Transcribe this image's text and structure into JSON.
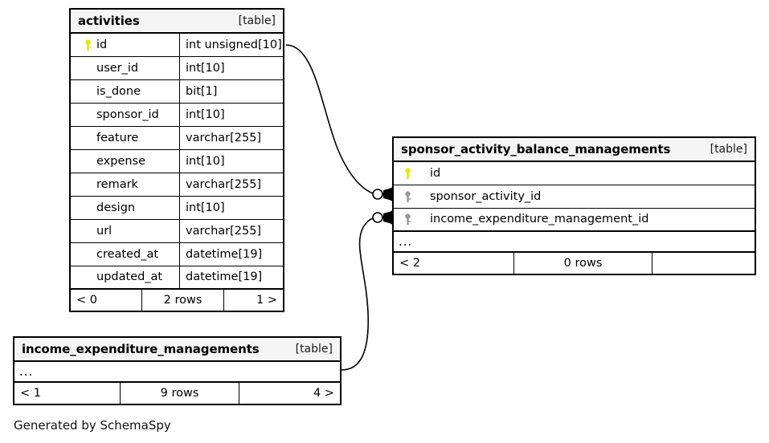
{
  "diagram": {
    "tool": "SchemaSpy",
    "footer_text": "Generated by SchemaSpy",
    "table_tag": "[table]",
    "ellipsis": "...",
    "colors": {
      "primary_key_icon": "#e8e800",
      "foreign_key_icon": "#9a9a9a",
      "header_background": "#f5f5f5",
      "border": "#000000",
      "background": "#ffffff"
    }
  },
  "tables": [
    {
      "name": "activities",
      "tag": "[table]",
      "columns": [
        {
          "key": "primary",
          "name": "id",
          "type": "int unsigned[10]"
        },
        {
          "key": "none",
          "name": "user_id",
          "type": "int[10]"
        },
        {
          "key": "none",
          "name": "is_done",
          "type": "bit[1]"
        },
        {
          "key": "none",
          "name": "sponsor_id",
          "type": "int[10]"
        },
        {
          "key": "none",
          "name": "feature",
          "type": "varchar[255]"
        },
        {
          "key": "none",
          "name": "expense",
          "type": "int[10]"
        },
        {
          "key": "none",
          "name": "remark",
          "type": "varchar[255]"
        },
        {
          "key": "none",
          "name": "design",
          "type": "int[10]"
        },
        {
          "key": "none",
          "name": "url",
          "type": "varchar[255]"
        },
        {
          "key": "none",
          "name": "created_at",
          "type": "datetime[19]"
        },
        {
          "key": "none",
          "name": "updated_at",
          "type": "datetime[19]"
        }
      ],
      "footer": {
        "left": "< 0",
        "middle": "2 rows",
        "right": "1 >"
      }
    },
    {
      "name": "sponsor_activity_balance_managements",
      "tag": "[table]",
      "columns": [
        {
          "key": "primary",
          "name": "id",
          "type": ""
        },
        {
          "key": "foreign",
          "name": "sponsor_activity_id",
          "type": ""
        },
        {
          "key": "foreign",
          "name": "income_expenditure_management_id",
          "type": ""
        }
      ],
      "has_ellipsis_row": true,
      "footer": {
        "left": "< 2",
        "middle": "0 rows",
        "right": ""
      }
    },
    {
      "name": "income_expenditure_managements",
      "tag": "[table]",
      "columns": [],
      "has_ellipsis_row": true,
      "footer": {
        "left": "< 1",
        "middle": "9 rows",
        "right": "4 >"
      }
    }
  ],
  "relationships": [
    {
      "from_table": "activities",
      "from_column": "id",
      "to_table": "sponsor_activity_balance_managements",
      "to_column": "sponsor_activity_id",
      "notation": "zero-or-many"
    },
    {
      "from_table": "income_expenditure_managements",
      "from_column": "...",
      "to_table": "sponsor_activity_balance_managements",
      "to_column": "income_expenditure_management_id",
      "notation": "zero-or-many"
    }
  ]
}
